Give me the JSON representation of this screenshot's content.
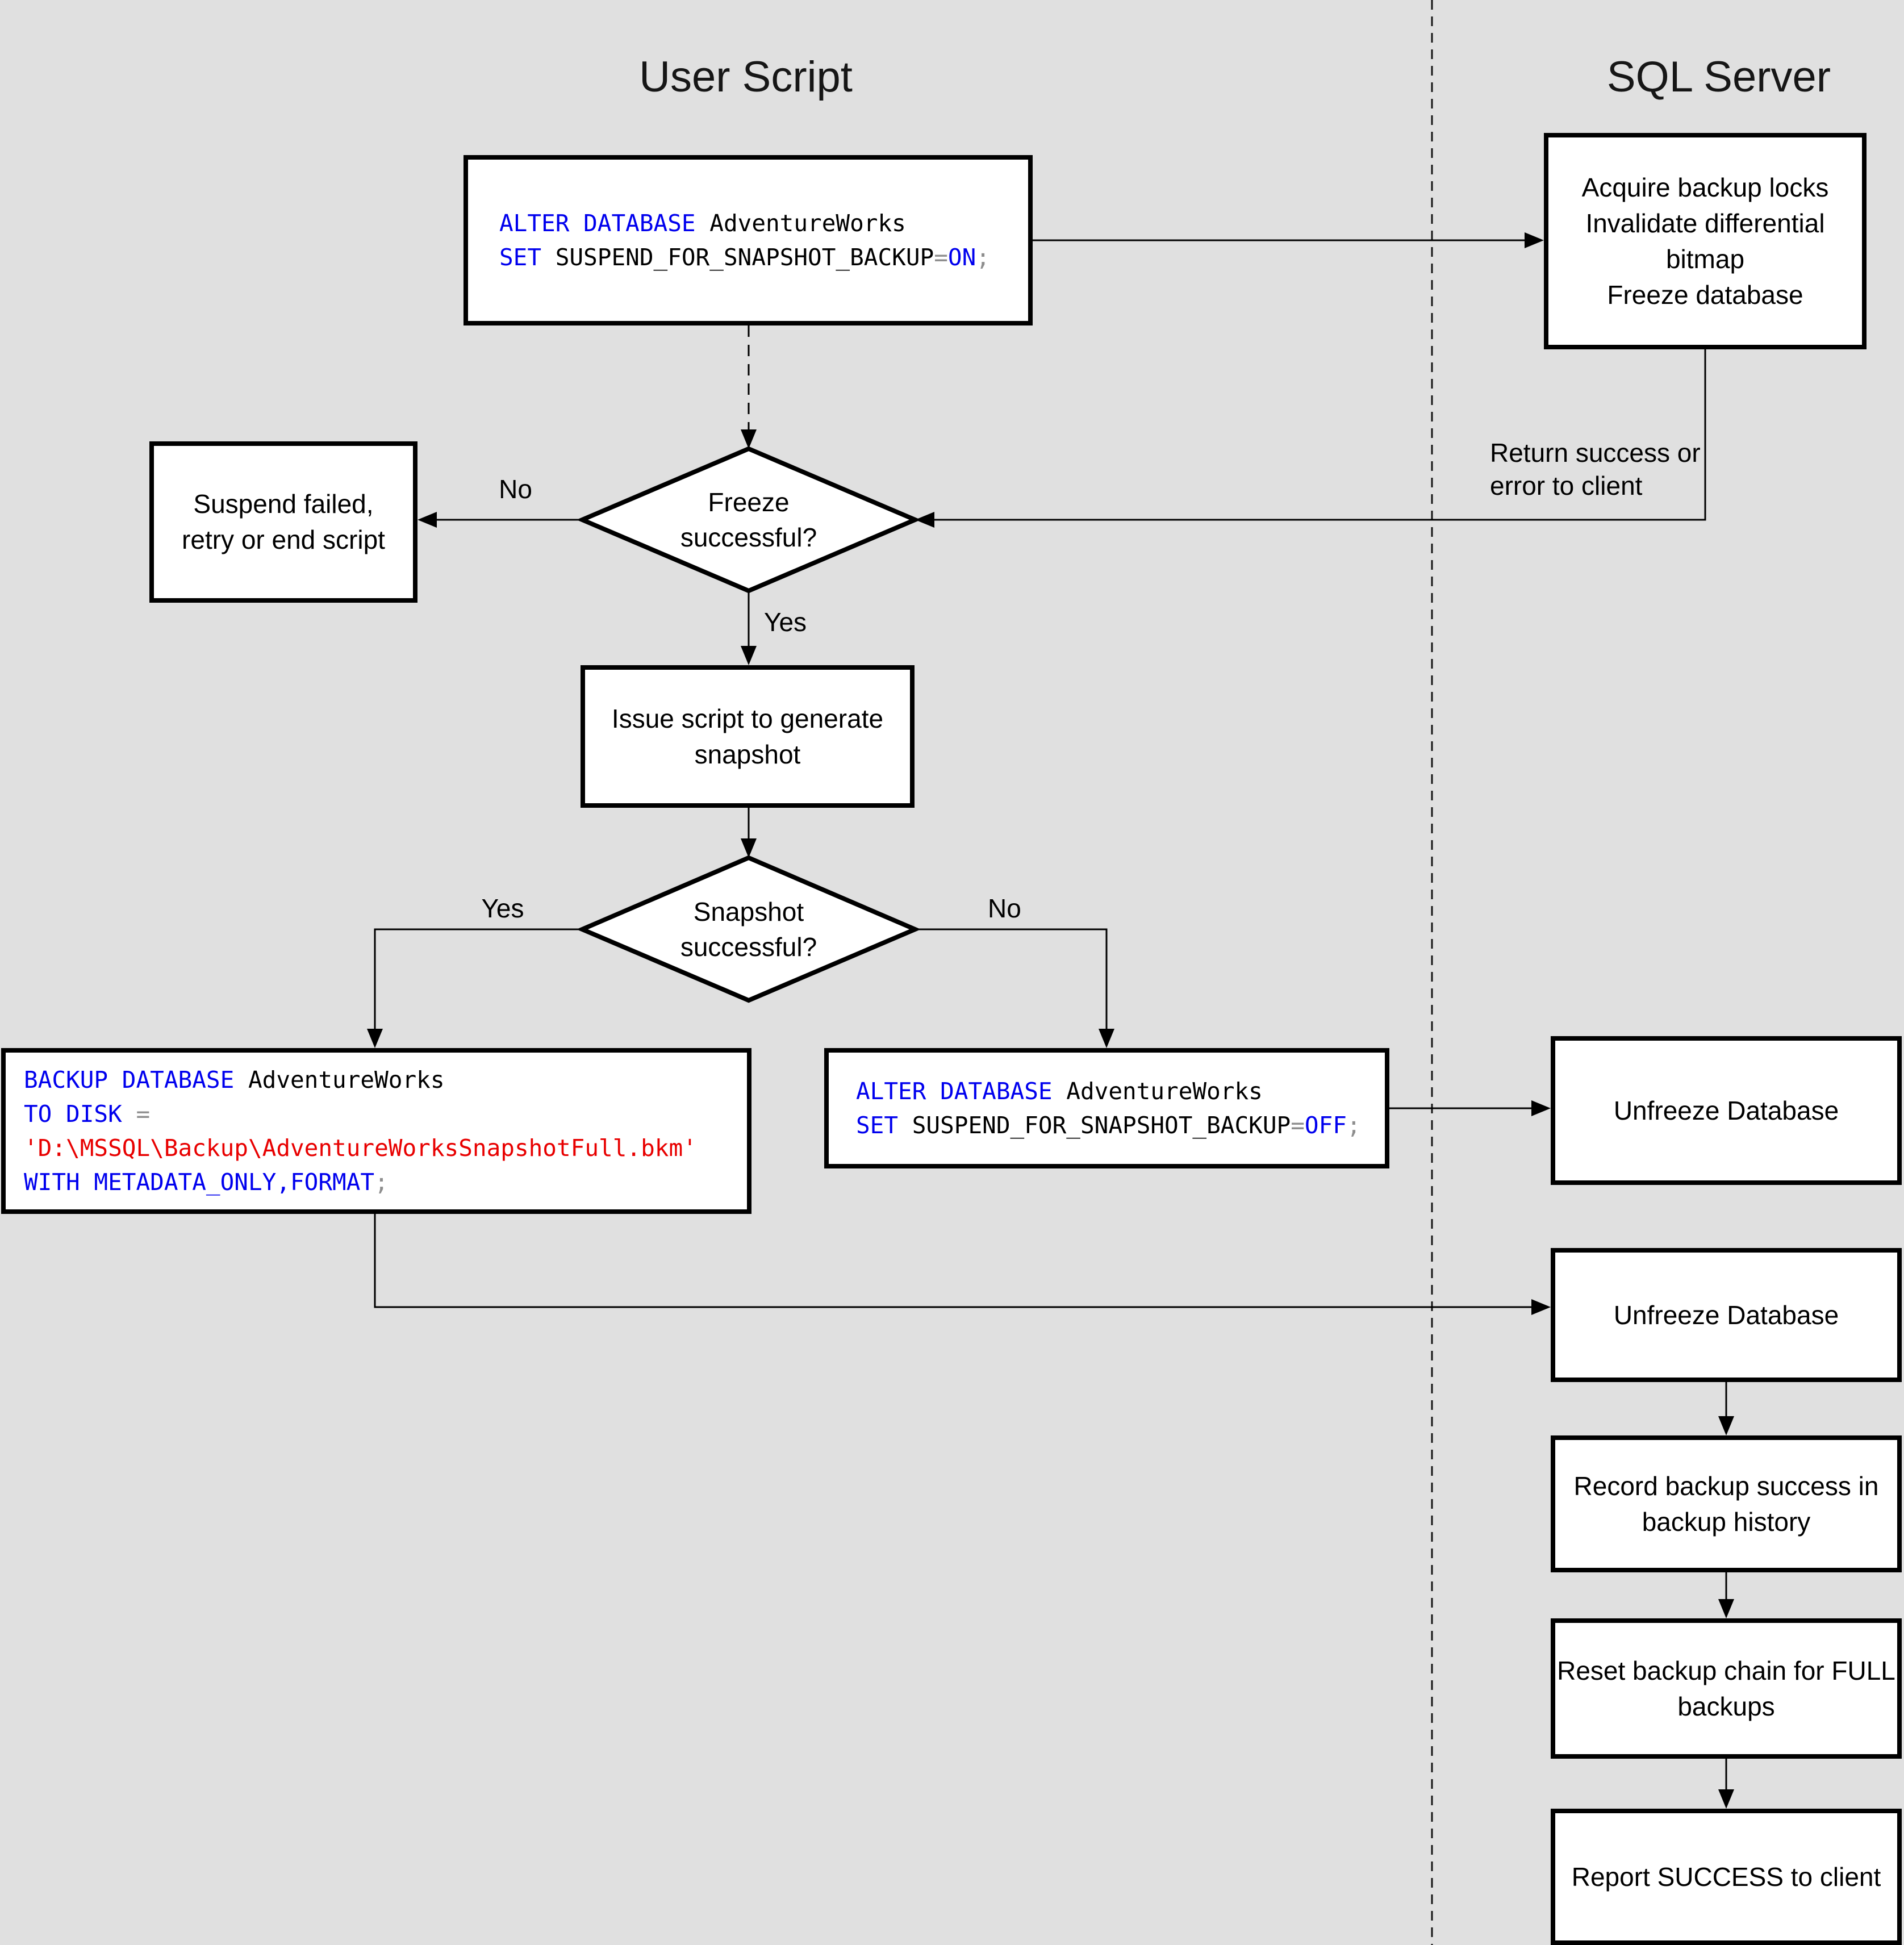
{
  "titles": {
    "left": "User Script",
    "right": "SQL Server"
  },
  "colors": {
    "background": "#e0e0e0",
    "box_fill": "#ffffff",
    "box_border": "#000000",
    "line": "#000000",
    "text": "#000000",
    "code_blue": "#0000ee",
    "code_red": "#e80000",
    "code_gray": "#8e8e8e",
    "code_black": "#000000"
  },
  "nodes": {
    "alter_on": {
      "lines": [
        [
          {
            "t": "ALTER DATABASE",
            "c": "blue"
          },
          {
            "t": " AdventureWorks",
            "c": "black"
          }
        ],
        [
          {
            "t": "SET",
            "c": "blue"
          },
          {
            "t": " SUSPEND_FOR_SNAPSHOT_BACKUP",
            "c": "black"
          },
          {
            "t": "=",
            "c": "gray"
          },
          {
            "t": "ON",
            "c": "blue"
          },
          {
            "t": ";",
            "c": "gray"
          }
        ]
      ]
    },
    "acquire": {
      "lines": [
        "Acquire backup locks",
        "Invalidate differential",
        "bitmap",
        "Freeze database"
      ]
    },
    "suspend_failed": {
      "lines": [
        "Suspend failed,",
        "retry or end script"
      ]
    },
    "freeze_decision": {
      "lines": [
        "Freeze",
        "successful?"
      ]
    },
    "issue_script": {
      "lines": [
        "Issue script to generate",
        "snapshot"
      ]
    },
    "snapshot_decision": {
      "lines": [
        "Snapshot",
        "successful?"
      ]
    },
    "backup_db": {
      "lines": [
        [
          {
            "t": "BACKUP DATABASE",
            "c": "blue"
          },
          {
            "t": " AdventureWorks",
            "c": "black"
          }
        ],
        [
          {
            "t": "TO DISK",
            "c": "blue"
          },
          {
            "t": " =",
            "c": "gray"
          }
        ],
        [
          {
            "t": "'D:\\MSSQL\\Backup\\AdventureWorksSnapshotFull.bkm'",
            "c": "red"
          }
        ],
        [
          {
            "t": "WITH METADATA_ONLY,FORMAT",
            "c": "blue"
          },
          {
            "t": ";",
            "c": "gray"
          }
        ]
      ]
    },
    "alter_off": {
      "lines": [
        [
          {
            "t": "ALTER DATABASE",
            "c": "blue"
          },
          {
            "t": " AdventureWorks",
            "c": "black"
          }
        ],
        [
          {
            "t": "SET",
            "c": "blue"
          },
          {
            "t": " SUSPEND_FOR_SNAPSHOT_BACKUP",
            "c": "black"
          },
          {
            "t": "=",
            "c": "gray"
          },
          {
            "t": "OFF",
            "c": "blue"
          },
          {
            "t": ";",
            "c": "gray"
          }
        ]
      ]
    },
    "unfreeze1": {
      "lines": [
        "Unfreeze Database"
      ]
    },
    "unfreeze2": {
      "lines": [
        "Unfreeze Database"
      ]
    },
    "record_history": {
      "lines": [
        "Record backup success in",
        "backup history"
      ]
    },
    "reset_chain": {
      "lines": [
        "Reset backup chain for FULL",
        "backups"
      ]
    },
    "report_success": {
      "lines": [
        "Report SUCCESS to client"
      ]
    }
  },
  "edge_labels": {
    "freeze_no": "No",
    "freeze_yes": "Yes",
    "snapshot_yes": "Yes",
    "snapshot_no": "No",
    "return_status": {
      "lines": [
        "Return success or",
        "error to client"
      ]
    }
  }
}
